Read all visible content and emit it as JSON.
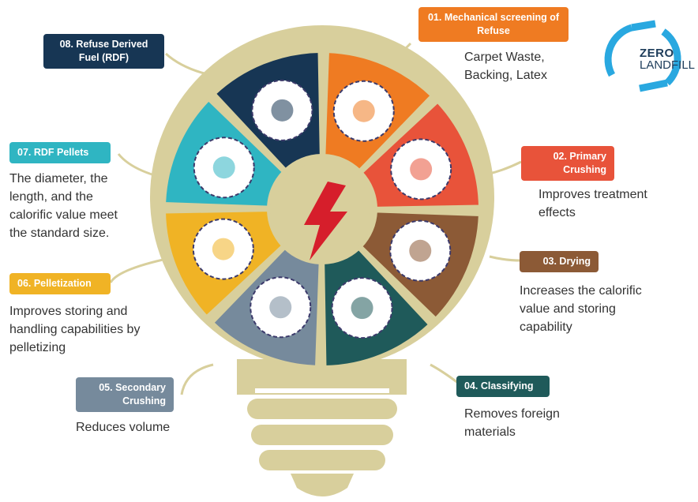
{
  "logo": {
    "line1": "ZERO",
    "line2": "LANDFILL",
    "accent": "#29a8e0"
  },
  "colors": {
    "bulb": "#d8cf9c",
    "step1": "#ef7b22",
    "step2": "#e8533a",
    "step3": "#8c5a36",
    "step4": "#1f5a5a",
    "step5": "#768a9c",
    "step6": "#f0b325",
    "step7": "#2fb5c2",
    "step8": "#173654",
    "bolt": "#d61e2b"
  },
  "steps": [
    {
      "label": "01. Mechanical screening of Refuse",
      "desc": "Carpet Waste, Backing, Latex",
      "icon": "recycle-bin-icon"
    },
    {
      "label": "02. Primary Crushing",
      "desc": "Improves treatment effects",
      "icon": "crusher-gears-icon"
    },
    {
      "label": "03. Drying",
      "desc": "Increases the calorific value and storing capability",
      "icon": "dryer-drum-icon"
    },
    {
      "label": "04. Classifying",
      "desc": "Removes foreign materials",
      "icon": "sieve-icon"
    },
    {
      "label": "05. Secondary Crushing",
      "desc": "Reduces volume",
      "icon": "gear-icon"
    },
    {
      "label": "06. Pelletization",
      "desc": "Improves storing and handling capabilities by pelletizing",
      "icon": "pelletizer-icon"
    },
    {
      "label": "07. RDF Pellets",
      "desc": "The diameter, the length, and the calorific value meet the standard size.",
      "icon": "pellets-dish-icon"
    },
    {
      "label": "08. Refuse Derived Fuel (RDF)",
      "desc": "",
      "icon": "rdf-briquettes-icon"
    }
  ]
}
